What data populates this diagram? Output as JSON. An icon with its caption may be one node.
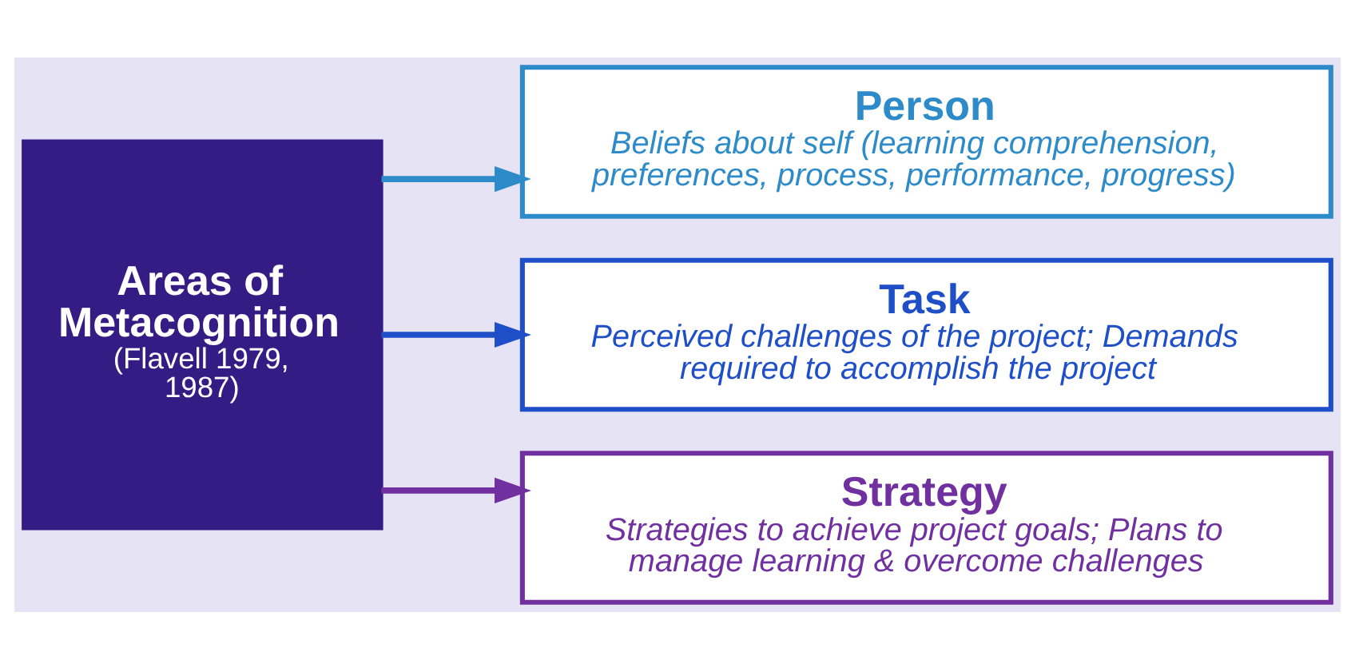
{
  "diagram": {
    "nodes": [
      {
        "text": [
          "Areas of Metacognition",
          "(Flavell 1979, 1987)"
        ]
      },
      {
        "text": [
          "Person",
          "Beliefs about self (learning comprehension, preferences, process, performance, progress)"
        ]
      },
      {
        "text": [
          "Task",
          "Perceived challenges of the project; Demands required to accomplish the project"
        ]
      },
      {
        "text": [
          "Strategy",
          "Strategies to achieve project goals; Plans to manage learning & overcome challenges"
        ]
      }
    ],
    "edges": [
      {
        "from": 0,
        "to": 1,
        "arrow": "to",
        "color": "#2e8bc9"
      },
      {
        "from": 0,
        "to": 2,
        "arrow": "to",
        "color": "#1f4fc8"
      },
      {
        "from": 0,
        "to": 3,
        "arrow": "to",
        "color": "#7030a0"
      }
    ]
  }
}
